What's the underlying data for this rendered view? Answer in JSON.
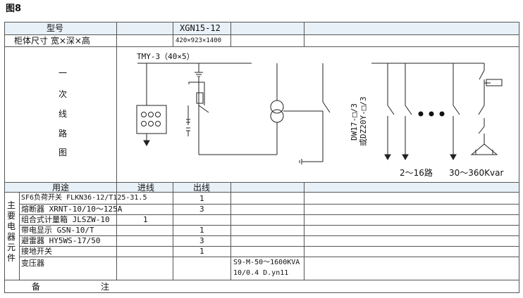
{
  "figure_label": "图8",
  "header": {
    "model_label": "型号",
    "model_value": "XGN15-12",
    "size_label": "柜体尺寸 宽×深×高",
    "size_value": "420×923×1400"
  },
  "circuit": {
    "row_label_chars": [
      "一",
      "次",
      "线",
      "路",
      "图"
    ],
    "busbar_label": "TMY-3（40×5）",
    "breaker_label_1": "DW17-□/3",
    "breaker_label_2": "或DZ20Y-□/3",
    "feeder_range": "2～16路",
    "capacitor_range": "30～360Kvar"
  },
  "components_header": {
    "usage": "用途",
    "incoming": "进线",
    "outgoing": "出线"
  },
  "main_components_label": [
    "主",
    "要",
    "电",
    "器",
    "元",
    "件"
  ],
  "components": [
    {
      "name": "SF6负荷开关 FLKN36-12/T125-31.5",
      "incoming": "",
      "outgoing": "1"
    },
    {
      "name": "熔断器 XRNT-10/10～125A",
      "incoming": "",
      "outgoing": "3"
    },
    {
      "name": "组合式计量箱 JLSZW-10",
      "incoming": "1",
      "outgoing": ""
    },
    {
      "name": "带电显示 GSN-10/T",
      "incoming": "",
      "outgoing": "1"
    },
    {
      "name": "避雷器 HY5WS-17/50",
      "incoming": "",
      "outgoing": "3"
    },
    {
      "name": "接地开关",
      "incoming": "",
      "outgoing": "1"
    },
    {
      "name": "变压器",
      "incoming": "",
      "outgoing": ""
    }
  ],
  "transformer_spec": [
    "S9-M-50～1600KVA",
    "10/0.4 D.yn11"
  ],
  "remarks": {
    "bei": "备",
    "zhu": "注"
  }
}
